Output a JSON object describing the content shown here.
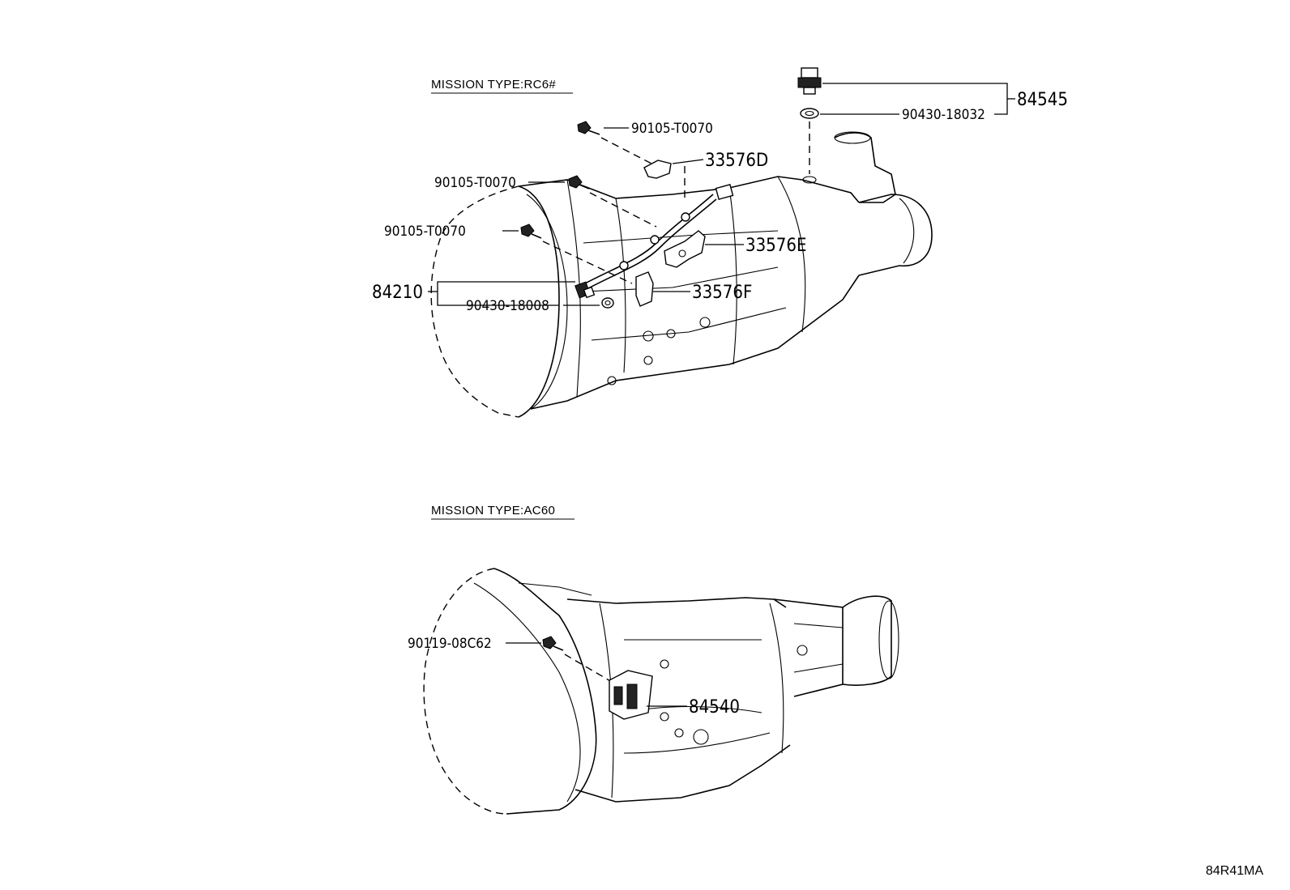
{
  "sections": [
    {
      "title": "MISSION TYPE:RC6#"
    },
    {
      "title": "MISSION TYPE:AC60"
    }
  ],
  "parts": {
    "p84545": "84545",
    "p90430_18032": "90430-18032",
    "p90105_a": "90105-T0070",
    "p90105_b": "90105-T0070",
    "p90105_c": "90105-T0070",
    "p33576D": "33576D",
    "p33576E": "33576E",
    "p33576F": "33576F",
    "p84210": "84210",
    "p90430_18008": "90430-18008",
    "p90119_08C62": "90119-08C62",
    "p84540": "84540"
  },
  "figure_code": "84R41MA"
}
